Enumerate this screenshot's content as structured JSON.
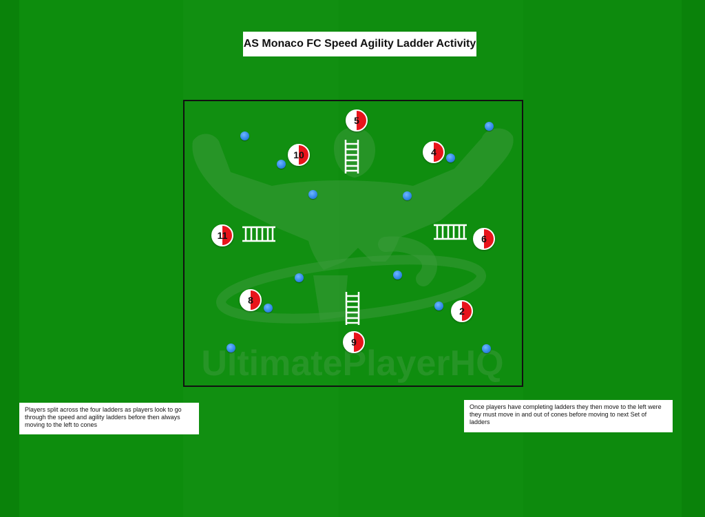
{
  "title": "AS Monaco FC Speed Agility Ladder Activity",
  "watermark": "UltimatePlayerHQ",
  "colors": {
    "pitch_dark": "#0c8a0c",
    "pitch_light": "#139613",
    "player_red": "#e8141b",
    "cone_blue": "#2f86e6",
    "area_border": "#111111"
  },
  "players": [
    {
      "number": "5"
    },
    {
      "number": "10"
    },
    {
      "number": "4"
    },
    {
      "number": "11"
    },
    {
      "number": "6"
    },
    {
      "number": "8"
    },
    {
      "number": "2"
    },
    {
      "number": "9"
    }
  ],
  "ladders": [
    {
      "name": "ladder-top",
      "orientation": "vertical"
    },
    {
      "name": "ladder-left",
      "orientation": "horizontal"
    },
    {
      "name": "ladder-right",
      "orientation": "horizontal"
    },
    {
      "name": "ladder-bottom",
      "orientation": "vertical"
    }
  ],
  "notes": {
    "left": "Players split across the four ladders as players look to go through the speed and agility ladders before then always moving to the left to cones",
    "right": "Once players have completing ladders they then move to the left were they must move in and out of cones before moving to next Set of ladders"
  }
}
